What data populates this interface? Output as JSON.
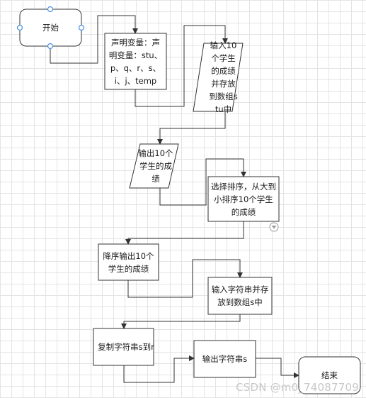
{
  "nodes": {
    "start": "开始",
    "declare": "声明变量：声明变量：stu、p、q、r、s、i、j、temp",
    "input_scores": "输入10个学生的成绩并存放到数组stu中",
    "output_scores": "输出10个学生的成绩",
    "selection_sort": "选择排序，从大到小排序10个学生的成绩",
    "output_desc": "降序输出10个学生的成绩",
    "input_string": "输入字符串并存放到数组s中",
    "copy_string": "复制字符串s到r",
    "output_string": "输出字符串s",
    "end": "结束"
  },
  "watermark": "CSDN @m0_74087709",
  "colors": {
    "stroke": "#333333",
    "handle": "#4a90e2",
    "background": "#ffffff",
    "grid": "#e4e4e4"
  }
}
